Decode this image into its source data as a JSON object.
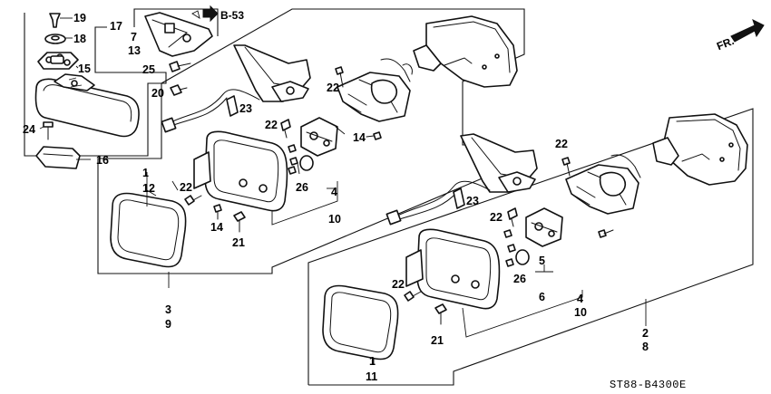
{
  "callouts": {
    "c19": "19",
    "c18": "18",
    "c17": "17",
    "c15": "15",
    "c7": "7",
    "c13": "13",
    "c25": "25",
    "c20": "20",
    "c24": "24",
    "c16": "16",
    "c23a": "23",
    "c22a": "22",
    "c22b": "22",
    "c14a": "14",
    "c1a": "1",
    "c12": "12",
    "c22c": "22",
    "c14b": "14",
    "c21a": "21",
    "c26a": "26",
    "c4a": "4",
    "c10a": "10",
    "c3": "3",
    "c9": "9",
    "c22d": "22",
    "c23b": "23",
    "c22e": "22",
    "c22f": "22",
    "c5": "5",
    "c6": "6",
    "c26b": "26",
    "c4b": "4",
    "c10b": "10",
    "c21b": "21",
    "c1b": "1",
    "c11": "11",
    "c2": "2",
    "c8": "8"
  },
  "reference": {
    "arrow_label": "B-53"
  },
  "direction": {
    "label": "FR."
  },
  "diagram_code": "ST88-B4300E"
}
